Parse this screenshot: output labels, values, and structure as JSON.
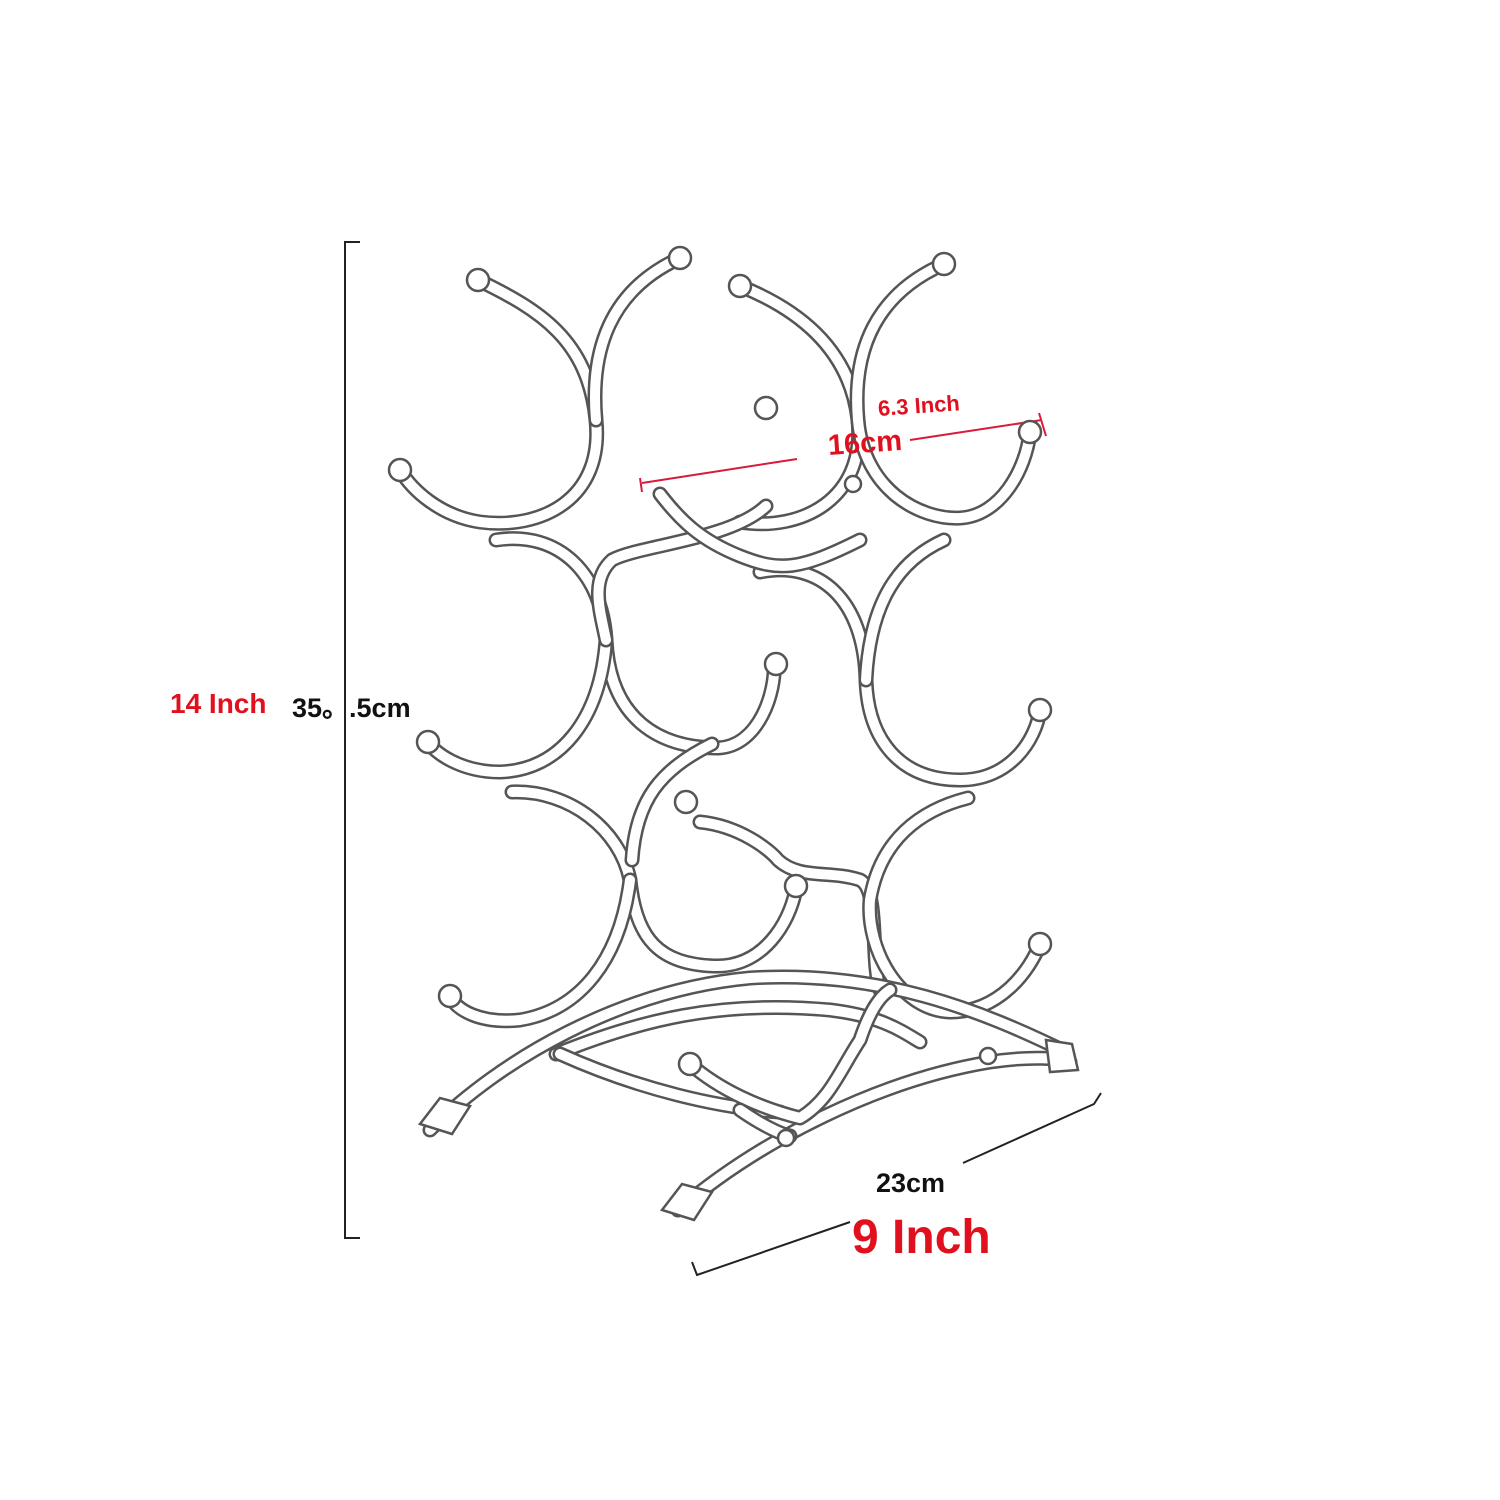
{
  "dimensions": {
    "height": {
      "inch": "14 Inch",
      "cm": "35。.5cm"
    },
    "bottle_spacing": {
      "inch": "6.3 Inch",
      "cm": "16cm"
    },
    "base_width": {
      "inch": "9 Inch",
      "cm": "23cm"
    }
  },
  "colors": {
    "imperial": "#e0101e",
    "metric": "#111111",
    "wire": "#555555"
  }
}
